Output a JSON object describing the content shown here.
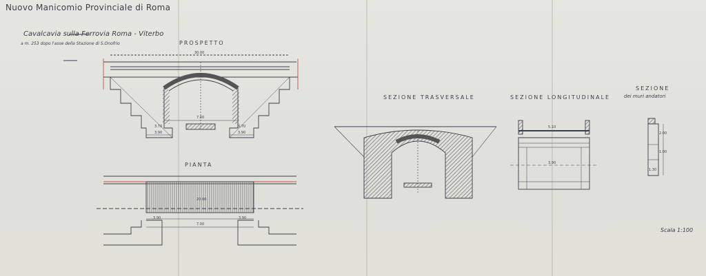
{
  "sheet": {
    "title": "Nuovo Manicomio Provinciale di Roma",
    "subtitle": "Cavalcavia sulla Ferrovia Roma - Viterbo",
    "location_note": "a m. 253 dopo l'asse della Stazione di S.Onofrio",
    "scale": "Scala 1:100"
  },
  "views": {
    "prospetto": "PROSPETTO",
    "pianta": "PIANTA",
    "trasversale": "SEZIONE TRASVERSALE",
    "longitudinale": "SEZIONE LONGITUDINALE",
    "muri_1": "SEZIONE",
    "muri_2": "dei muri andatori"
  },
  "dimensions": {
    "prospetto_total": "30.00",
    "prospetto_span": "7.00",
    "prospetto_left_foot": "3.90",
    "prospetto_right_foot": "3.90",
    "prospetto_left_pier": "3.70",
    "prospetto_right_pier": "3.70",
    "pianta_len": "20.00",
    "pianta_inner": "7.00",
    "pianta_left": "3.90",
    "pianta_right": "3.90",
    "long_width": "5.10",
    "long_inner": "3.90",
    "muri_h1": "2.00",
    "muri_h2": "1.00",
    "muri_base": "1.30"
  },
  "colors": {
    "ink": "#3a3e4a",
    "paper": "#e3e3de",
    "red": "#d04a4a",
    "hatch": "#6c6c6c"
  }
}
